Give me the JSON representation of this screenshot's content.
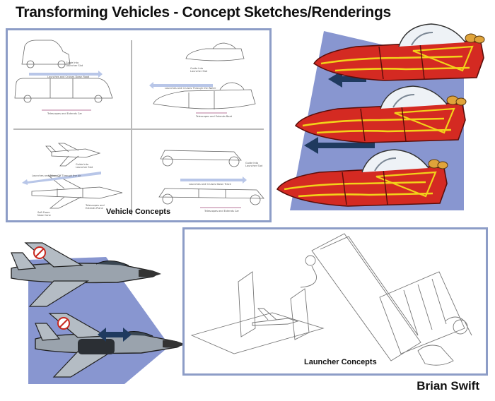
{
  "title": "Transforming Vehicles - Concept Sketches/Renderings",
  "vehicle_concepts": {
    "caption": "Vehicle Concepts",
    "sketch_notes": {
      "car_launcher": "Guide Into Launcher Slot",
      "car_arrow": "Launches and Cruises Down Road",
      "car_extend": "Telescopes and Extends Car",
      "boat_launcher": "Guide Into Launcher Slot",
      "boat_arrow": "Launches and Cruises Through the Water",
      "boat_extend": "Telescopes and Extends Boat",
      "jet_launcher": "Guide Into Launcher Slot",
      "jet_arrow": "Launches and Takes Off Through the Air",
      "jet_extend": "Telescopes and Extends Plane",
      "jet_nose": "Soft Foam Nose Cone",
      "racer_launcher": "Guide Into Launcher Slot",
      "racer_arrow": "Launches and Cruises Down Track",
      "racer_extend": "Telescopes and Extends Car"
    }
  },
  "launcher_concepts": {
    "caption": "Launcher Concepts"
  },
  "author": "Brian Swift",
  "colors": {
    "panel_border": "#8d9dc7",
    "backdrop": "#8896d0",
    "boat_red": "#d42a22",
    "boat_stripe": "#f2d21a",
    "arrow_navy": "#1f3a5f",
    "jet_gray": "#9aa3ad"
  }
}
